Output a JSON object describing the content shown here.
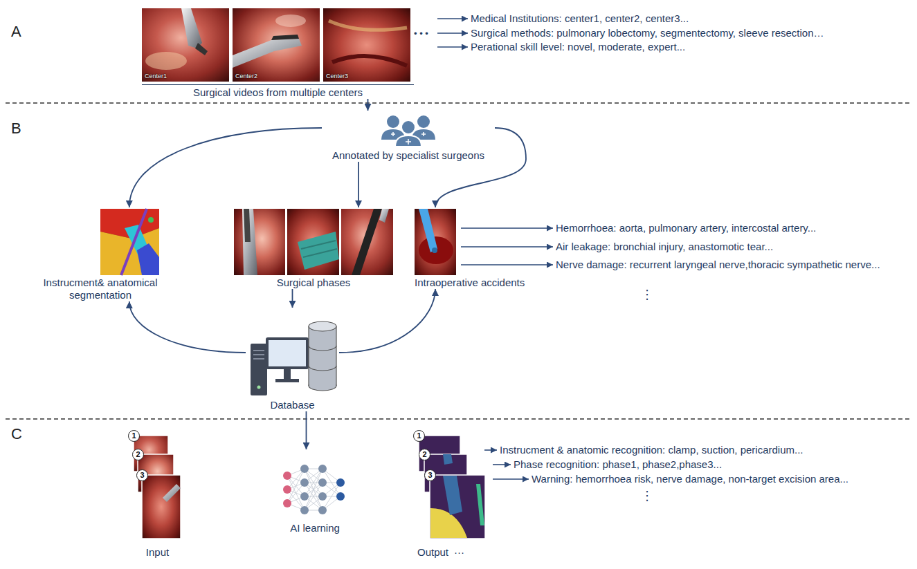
{
  "diagram": {
    "nodes": [
      {
        "text": [
          "Surgical videos from multiple centers"
        ]
      },
      {
        "text": [
          "Center1"
        ],
        "in": 0
      },
      {
        "text": [
          "Center2"
        ],
        "in": 0
      },
      {
        "text": [
          "Center3"
        ],
        "in": 0
      },
      {
        "text": [
          "Annotated by specialist surgeons"
        ]
      },
      {
        "text": [
          "Instrucment& anatomical segmentation"
        ]
      },
      {
        "text": [
          "Surgical phases"
        ]
      },
      {
        "text": [
          "Intraoperative accidents"
        ]
      },
      {
        "text": [
          "Database"
        ]
      },
      {
        "text": [
          "Input"
        ]
      },
      {
        "text": [
          "1"
        ],
        "in": 9
      },
      {
        "text": [
          "2"
        ],
        "in": 9
      },
      {
        "text": [
          "3"
        ],
        "in": 9
      },
      {
        "text": [
          "AI learning"
        ]
      },
      {
        "text": [
          "Output"
        ]
      },
      {
        "text": [
          "1"
        ],
        "in": 14
      },
      {
        "text": [
          "2"
        ],
        "in": 14
      },
      {
        "text": [
          "3"
        ],
        "in": 14
      }
    ],
    "edges": [
      {
        "from": 0,
        "to": 4,
        "arrow": "to"
      },
      {
        "from": 4,
        "to": 5,
        "arrow": "to"
      },
      {
        "from": 4,
        "to": 6,
        "arrow": "to"
      },
      {
        "from": 4,
        "to": 7,
        "arrow": "to"
      },
      {
        "from": 6,
        "to": 8,
        "arrow": "to"
      },
      {
        "from": 8,
        "to": 5,
        "arrow": "to"
      },
      {
        "from": 8,
        "to": 7,
        "arrow": "to"
      },
      {
        "from": 8,
        "to": 13,
        "arrow": "to"
      }
    ],
    "labels": [
      "A",
      "• • •",
      "Medical Institutions: center1, center2, center3...",
      "Surgical methods: pulmonary lobectomy, segmentectomy, sleeve resection…",
      "Perational skill level: novel, moderate, expert...",
      "B",
      "Hemorrhoea: aorta, pulmonary artery, intercostal artery...",
      "Air leakage: bronchial injury, anastomotic tear...",
      "Nerve damage: recurrent laryngeal nerve,thoracic sympathetic nerve...",
      "⋮",
      "C",
      "Instrucment & anatomic recognition: clamp, suction, pericardium...",
      "Phase recognition: phase1, phase2,phase3...",
      "Warning: hemorrhoea risk, nerve damage, non-target excision area...",
      "⋮",
      "···"
    ]
  }
}
